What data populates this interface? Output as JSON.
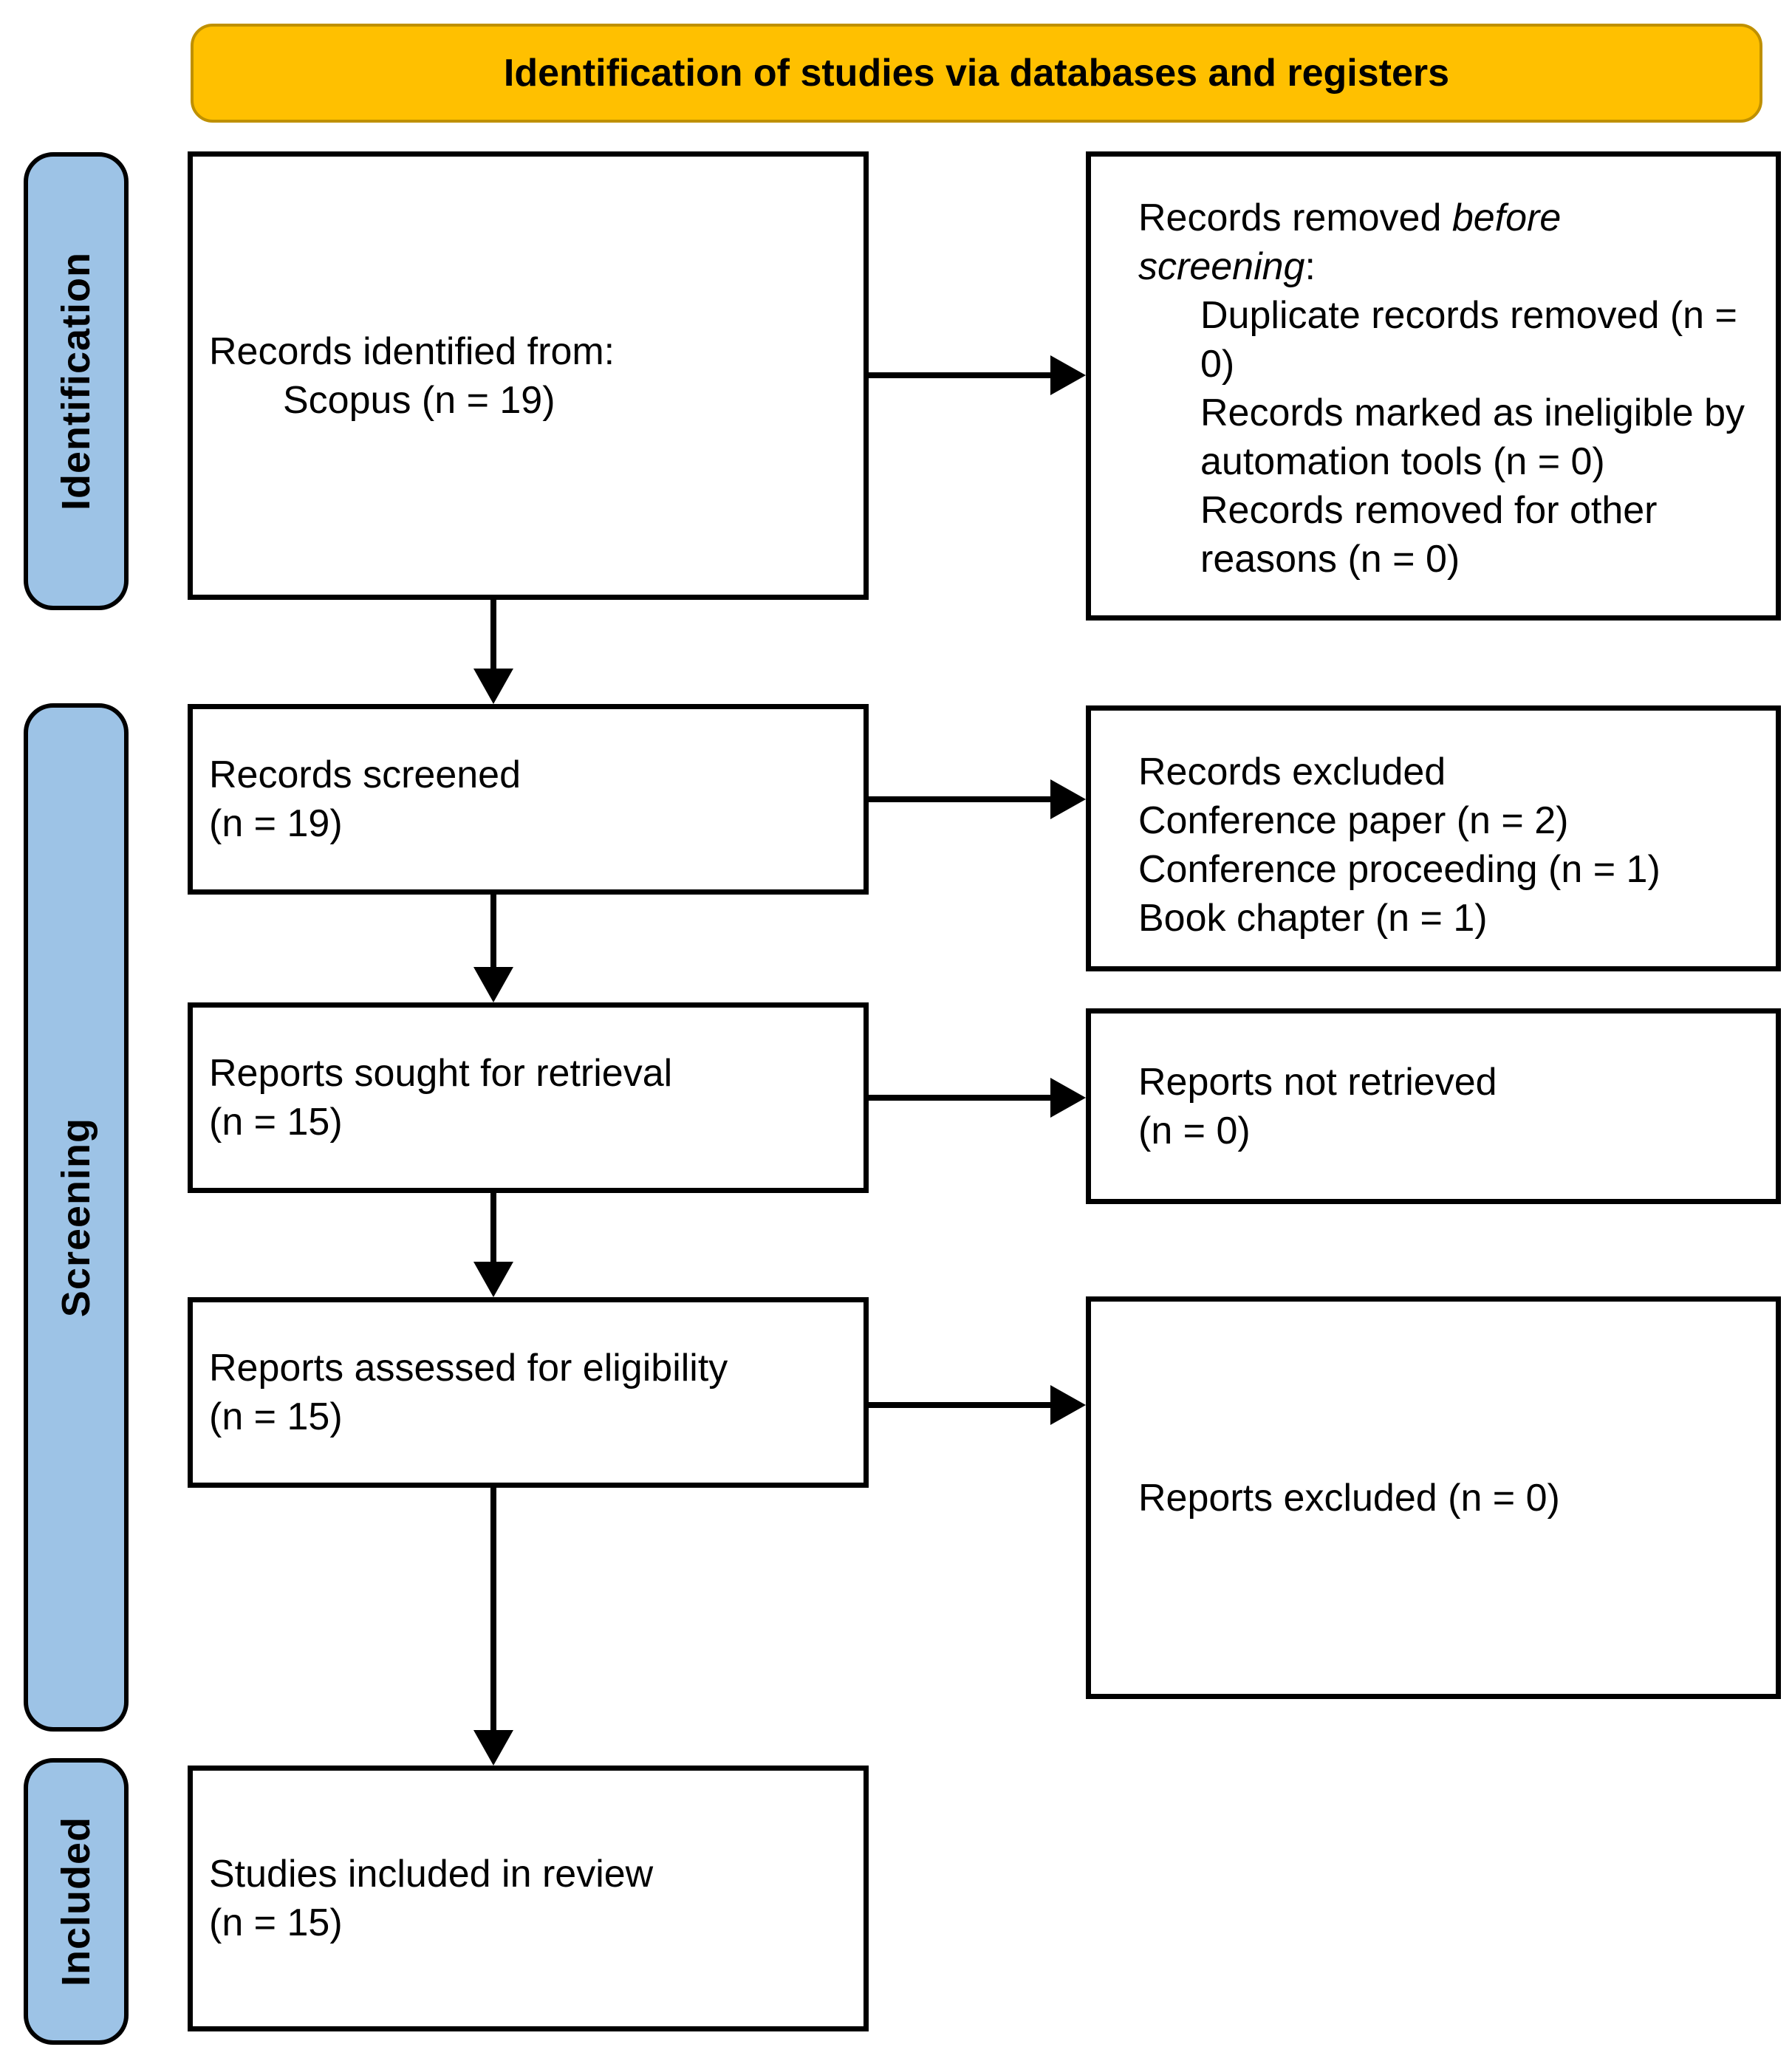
{
  "header": {
    "title": "Identification of studies via databases and registers"
  },
  "colors": {
    "banner_bg": "#FFC000",
    "banner_border": "#BF9000",
    "stage_bg": "#9DC3E6",
    "box_border": "#000000"
  },
  "stages": [
    {
      "label": "Identification"
    },
    {
      "label": "Screening"
    },
    {
      "label": "Included"
    }
  ],
  "boxes": {
    "identified": {
      "line1": "Records identified from:",
      "line2": "Scopus (n = 19)"
    },
    "removed": {
      "intro_normal": "Records removed ",
      "intro_italic": "before screening",
      "intro_suffix": ":",
      "items": [
        "Duplicate records removed (n = 0)",
        "Records marked as ineligible by automation tools (n = 0)",
        "Records removed for other reasons (n = 0)"
      ]
    },
    "screened": {
      "line1": "Records screened",
      "line2": "(n = 19)"
    },
    "excluded_records": {
      "lines": [
        "Records excluded",
        "Conference paper (n = 2)",
        "Conference proceeding (n = 1)",
        "Book chapter (n = 1)"
      ]
    },
    "sought": {
      "line1": "Reports sought for retrieval",
      "line2": "(n = 15)"
    },
    "not_retrieved": {
      "line1": "Reports not retrieved",
      "line2": "(n = 0)"
    },
    "assessed": {
      "line1": "Reports assessed for eligibility",
      "line2": "(n = 15)"
    },
    "excluded_reports": {
      "line1": "Reports excluded (n = 0)"
    },
    "included": {
      "line1": "Studies included in review",
      "line2": "(n = 15)"
    }
  }
}
